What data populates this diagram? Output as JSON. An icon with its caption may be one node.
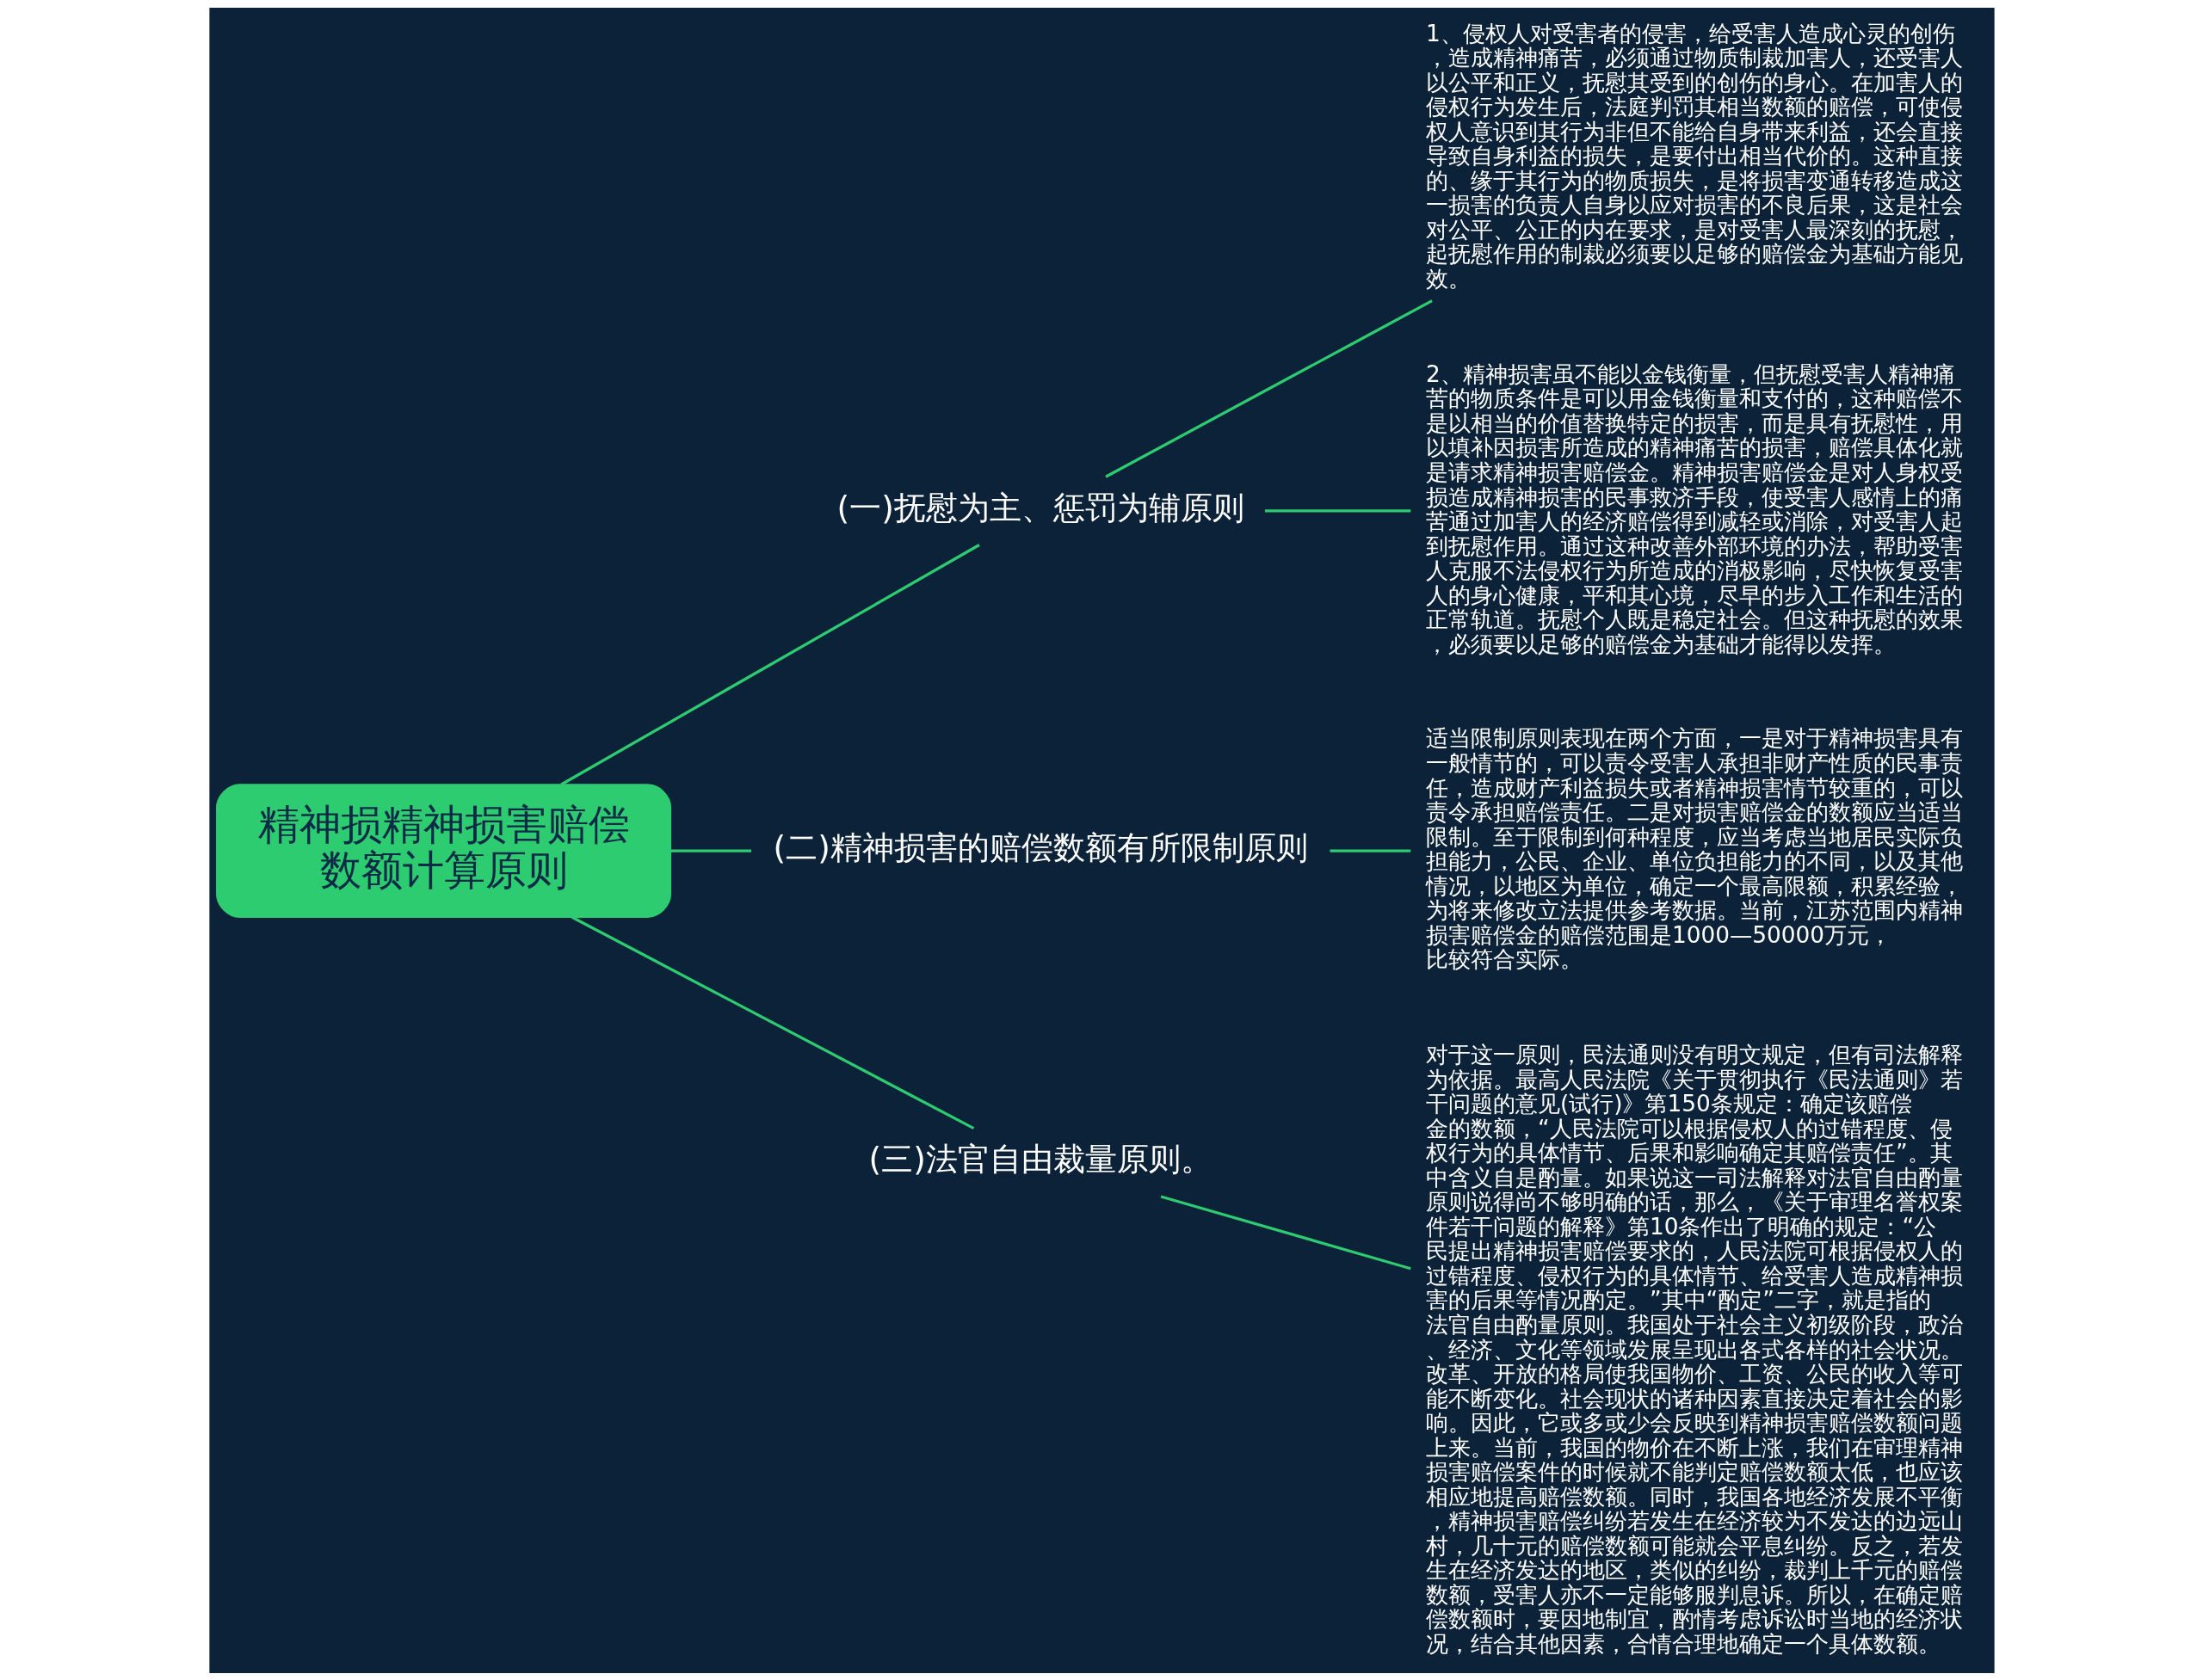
{
  "diagram": {
    "nodes": [
      {
        "text": [
          "精神损精神损害赔偿数额计算原则"
        ]
      },
      {
        "text": [
          "(一)抚慰为主、惩罚为辅原则"
        ]
      },
      {
        "text": [
          "1、侵权人对受害者的侵害，给受害人造成心灵的创伤，造成精神痛苦，必须通过物质制裁加害人，还受害人以公平和正义，抚慰其受到的创伤的身心。在加害人的侵权行为发生后，法庭判罚其相当数额的赔偿，可使侵权人意识到其行为非但不能给自身带来利益，还会直接导致自身利益的损失，是要付出相当代价的。这种直接的、缘于其行为的物质损失，是将损害变通转移造成这一损害的负责人自身以应对损害的不良后果，这是社会对公平、公正的内在要求，是对受害人最深刻的抚慰，起抚慰作用的制裁必须要以足够的赔偿金为基础方能见效。"
        ]
      },
      {
        "text": [
          "2、精神损害虽不能以金钱衡量，但抚慰受害人精神痛苦的物质条件是可以用金钱衡量和支付的，这种赔偿不是以相当的价值替换特定的损害，而是具有抚慰性，用以填补因损害所造成的精神痛苦的损害，赔偿具体化就是请求精神损害赔偿金。精神损害赔偿金是对人身权受损造成精神损害的民事救济手段，使受害人感情上的痛苦通过加害人的经济赔偿得到减轻或消除，对受害人起到抚慰作用。通过这种改善外部环境的办法，帮助受害人克服不法侵权行为所造成的消极影响，尽快恢复受害人的身心健康，平和其心境，尽早的步入工作和生活的正常轨道。抚慰个人既是稳定社会。但这种抚慰的效果，必须要以足够的赔偿金为基础才能得以发挥。"
        ]
      },
      {
        "text": [
          "(二)精神损害的赔偿数额有所限制原则"
        ]
      },
      {
        "text": [
          "适当限制原则表现在两个方面，一是对于精神损害具有一般情节的，可以责令受害人承担非财产性质的民事责任，造成财产利益损失或者精神损害情节较重的，可以责令承担赔偿责任。二是对损害赔偿金的数额应当适当限制。至于限制到何种程度，应当考虑当地居民实际负担能力，公民、企业、单位负担能力的不同，以及其他情况，以地区为单位，确定一个最高限额，积累经验，为将来修改立法提供参考数据。当前，江苏范围内精神损害赔偿金的赔偿范围是1000—50000万元，比较符合实际。"
        ]
      },
      {
        "text": [
          "(三)法官自由裁量原则。"
        ]
      },
      {
        "text": [
          "对于这一原则，民法通则没有明文规定，但有司法解释为依据。最高人民法院《关于贯彻执行《民法通则》若干问题的意见(试行)》第150条规定：确定该赔偿金的数额，“人民法院可以根据侵权人的过错程度、侵权行为的具体情节、后果和影响确定其赔偿责任”。其中含义自是酌量。如果说这一司法解释对法官自由酌量原则说得尚不够明确的话，那么，《关于审理名誉权案件若干问题的解释》第10条作出了明确的规定：“公民提出精神损害赔偿要求的，人民法院可根据侵权人的过错程度、侵权行为的具体情节、给受害人造成精神损害的后果等情况酌定。”其中“酌定”二字，就是指的法官自由酌量原则。我国处于社会主义初级阶段，政治、经济、文化等领域发展呈现出各式各样的社会状况。改革、开放的格局使我国物价、工资、公民的收入等可能不断变化。社会现状的诸种因素直接决定着社会的影响。因此，它或多或少会反映到精神损害赔偿数额问题上来。当前，我国的物价在不断上涨，我们在审理精神损害赔偿案件的时候就不能判定赔偿数额太低，也应该相应地提高赔偿数额。同时，我国各地经济发展不平衡，精神损害赔偿纠纷若发生在经济较为不发达的边远山村，几十元的赔偿数额可能就会平息纠纷。反之，若发生在经济发达的地区，类似的纠纷，裁判上千元的赔偿数额，受害人亦不一定能够服判息诉。所以，在确定赔偿数额时，要因地制宜，酌情考虑诉讼时当地的经济状况，结合其他因素，合情合理地确定一个具体数额。"
        ]
      }
    ],
    "edges": [
      {
        "from": 0,
        "to": 1,
        "arrow": "none"
      },
      {
        "from": 1,
        "to": 2,
        "arrow": "none"
      },
      {
        "from": 1,
        "to": 3,
        "arrow": "none"
      },
      {
        "from": 0,
        "to": 4,
        "arrow": "none"
      },
      {
        "from": 4,
        "to": 5,
        "arrow": "none"
      },
      {
        "from": 0,
        "to": 6,
        "arrow": "none"
      },
      {
        "from": 6,
        "to": 7,
        "arrow": "none"
      }
    ]
  }
}
